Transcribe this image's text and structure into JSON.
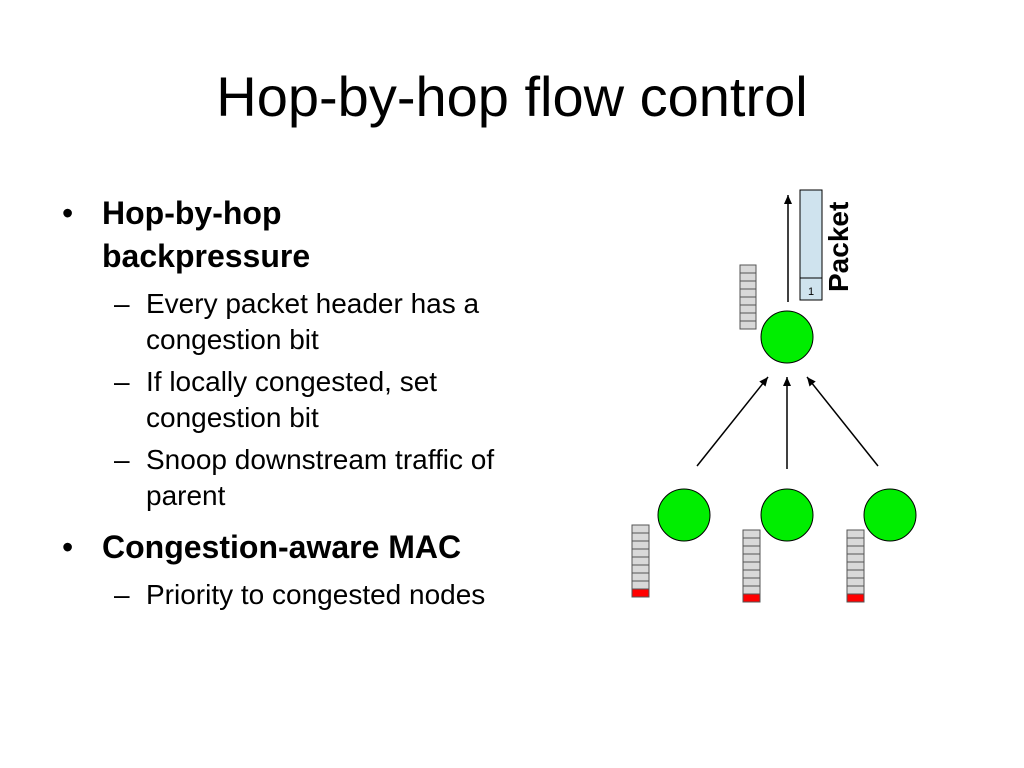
{
  "slide": {
    "title": "Hop-by-hop flow control",
    "bullets": [
      {
        "text": "Hop-by-hop backpressure",
        "subs": [
          "Every packet header has a congestion bit",
          "If locally congested, set congestion bit",
          "Snoop downstream traffic of parent"
        ]
      },
      {
        "text": "Congestion-aware MAC",
        "subs": [
          "Priority to congested nodes"
        ]
      }
    ],
    "bullet_glyph": "•",
    "dash_glyph": "–"
  },
  "diagram": {
    "packet_label": "Packet",
    "congestion_bit": "1",
    "colors": {
      "node_fill": "#00ee00",
      "queue_slot": "#d9d9d9",
      "queue_congested": "#ff0000",
      "packet_fill": "#cfe3ee"
    }
  }
}
